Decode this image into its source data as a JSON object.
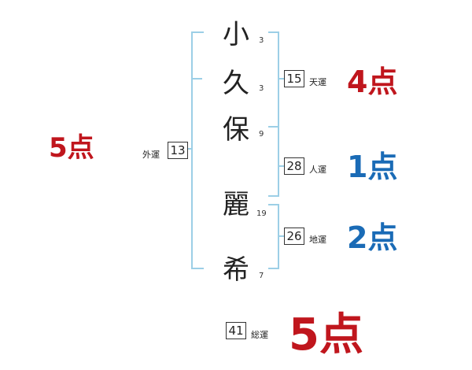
{
  "name_chars": [
    {
      "char": "小",
      "strokes": "3"
    },
    {
      "char": "久",
      "strokes": "3"
    },
    {
      "char": "保",
      "strokes": "9"
    },
    {
      "char": "麗",
      "strokes": "19"
    },
    {
      "char": "希",
      "strokes": "7"
    }
  ],
  "gaikaku": {
    "label": "外運",
    "value": "13",
    "score": "5点",
    "score_color": "#c0161d"
  },
  "tenkaku": {
    "label": "天運",
    "value": "15",
    "score": "4点",
    "score_color": "#c0161d"
  },
  "jinkaku": {
    "label": "人運",
    "value": "28",
    "score": "1点",
    "score_color": "#1a6bb6"
  },
  "chikaku": {
    "label": "地運",
    "value": "26",
    "score": "2点",
    "score_color": "#1a6bb6"
  },
  "soukaku": {
    "label": "総運",
    "value": "41",
    "score": "5点",
    "score_color": "#c0161d"
  },
  "colors": {
    "bracket": "#9ccfe6",
    "text": "#222222"
  }
}
